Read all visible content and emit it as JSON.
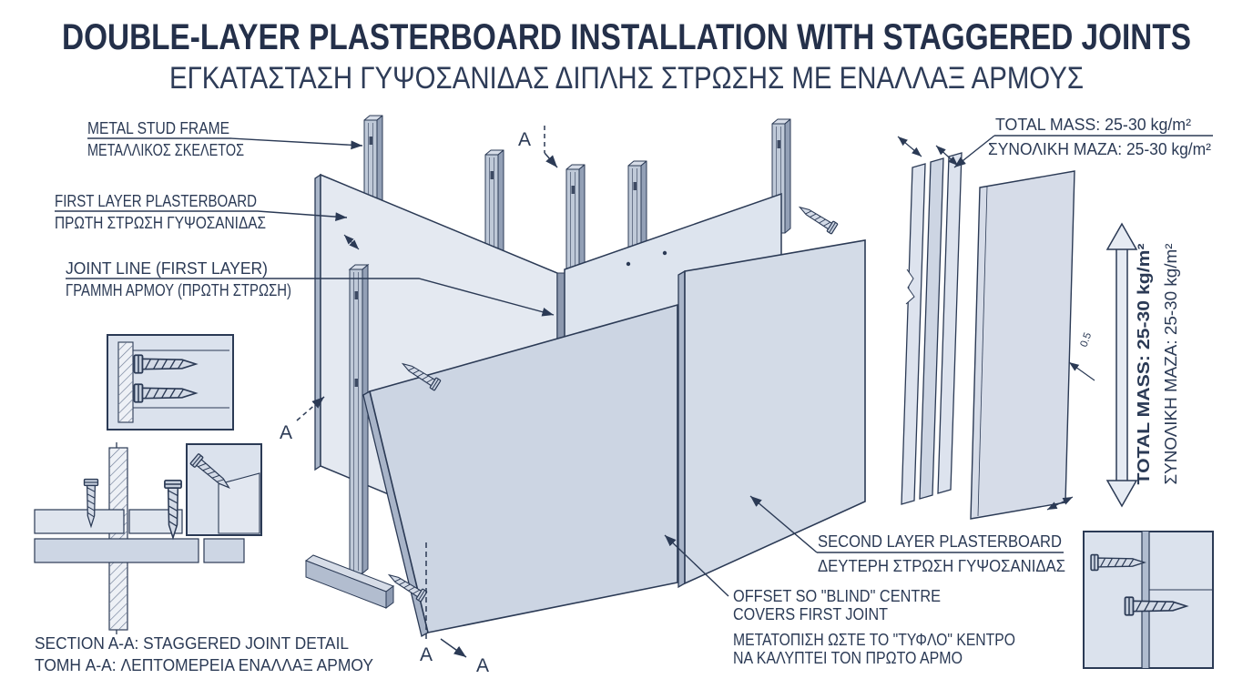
{
  "header": {
    "title": "DOUBLE-LAYER PLASTERBOARD INSTALLATION WITH STAGGERED JOINTS",
    "subtitle": "ΕΓΚΑΤΑΣΤΑΣΗ ΓΥΨΟΣΑΝΙΔΑΣ ΔΙΠΛΗΣ ΣΤΡΩΣΗΣ ΜΕ ΕΝΑΛΛΑΞ ΑΡΜΟΥΣ"
  },
  "callouts": {
    "metal_stud_frame_en": "METAL STUD FRAME",
    "metal_stud_frame_el": "ΜΕΤΑΛΛΙΚΟΣ ΣΚΕΛΕΤΟΣ",
    "first_layer_en": "FIRST LAYER PLASTERBOARD",
    "first_layer_el": "ΠΡΩΤΗ ΣΤΡΩΣΗ ΓΥΨΟΣΑΝΙΔΑΣ",
    "joint_line_en": "JOINT LINE (FIRST LAYER)",
    "joint_line_el": "ΓΡΑΜΜΗ ΑΡΜΟΥ (ΠΡΩΤΗ ΣΤΡΩΣΗ)",
    "second_layer_en": "SECOND LAYER PLASTERBOARD",
    "second_layer_el": "ΔΕΥΤΕΡΗ ΣΤΡΩΣΗ ΓΥΨΟΣΑΝΙΔΑΣ",
    "offset_en_line1": "OFFSET SO \"BLIND\" CENTRE",
    "offset_en_line2": "COVERS FIRST JOINT",
    "offset_el_line1": "ΜΕΤΑΤΟΠΙΣΗ ΩΣΤΕ ΤΟ \"ΤΥΦΛΟ\" ΚΕΝΤΡΟ",
    "offset_el_line2": "ΝΑ ΚΑΛΥΠΤΕΙ ΤΟΝ ΠΡΩΤΟ ΑΡΜΟ"
  },
  "mass": {
    "horizontal_en": "TOTAL MASS: 25-30 kg/m²",
    "horizontal_el": "ΣΥΝΟΛΙΚΗ ΜΑΖΑ: 25-30 kg/m²",
    "vertical_en": "TOTAL MASS: 25-30 kg/m²",
    "vertical_el": "ΣΥΝΟΛΙΚΗ ΜΑΖΑ: 25-30 kg/m²"
  },
  "section": {
    "caption_en": "SECTION A-A: STAGGERED JOINT DETAIL",
    "caption_el": "ΤΟΜΗ A-A: ΛΕΠΤΟΜΕΡΕΙΑ ΕΝΑΛΛΑΞ ΑΡΜΟΥ",
    "marker": "A"
  },
  "dimensions": {
    "edge_dim": "0.5"
  },
  "palette": {
    "ink": "#2b3a55",
    "title_ink": "#24304a",
    "panel_first": "#e4e9f1",
    "panel_first_right": "#dde4ee",
    "panel_second_left": "#ccd5e3",
    "panel_second_right": "#d3dbe7",
    "stud_face": "#bfc9d8",
    "stud_side": "#93a0b6",
    "inset_bg": "#dbe2ed",
    "background": "#ffffff"
  }
}
